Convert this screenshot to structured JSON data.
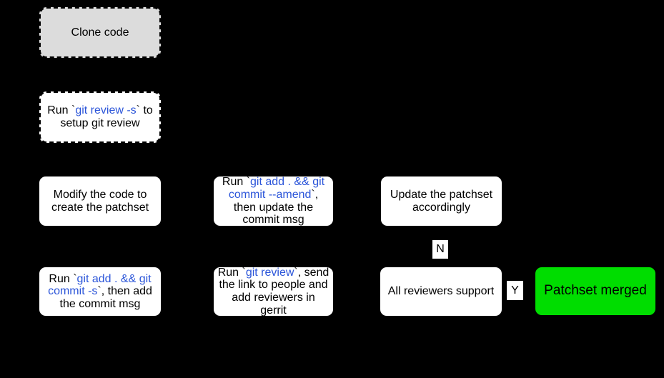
{
  "colors": {
    "background": "#000000",
    "box_fill": "#ffffff",
    "gray_fill": "#dcdcdc",
    "green_fill": "#00dd00",
    "text": "#000000",
    "code_text": "#2b55d9"
  },
  "nodes": {
    "clone_code": {
      "segments": [
        {
          "t": "Clone code"
        }
      ]
    },
    "setup_review": {
      "segments": [
        {
          "t": "Run `"
        },
        {
          "t": "git review -s",
          "code": true
        },
        {
          "t": "` to setup git review"
        }
      ]
    },
    "modify_code": {
      "segments": [
        {
          "t": "Modify the code to create the patchset"
        }
      ]
    },
    "amend_commit": {
      "segments": [
        {
          "t": "Run `"
        },
        {
          "t": "git add . && git commit --amend",
          "code": true
        },
        {
          "t": "`, then update the commit msg"
        }
      ]
    },
    "update_patchset": {
      "segments": [
        {
          "t": "Update the patchset accordingly"
        }
      ]
    },
    "add_commit_msg": {
      "segments": [
        {
          "t": "Run `"
        },
        {
          "t": "git add . && git commit -s",
          "code": true
        },
        {
          "t": "`, then add the commit msg"
        }
      ]
    },
    "run_git_review": {
      "segments": [
        {
          "t": "Run `"
        },
        {
          "t": "git review",
          "code": true
        },
        {
          "t": "`, send the link to people and add reviewers in gerrit"
        }
      ]
    },
    "reviewers_support": {
      "segments": [
        {
          "t": "All reviewers support"
        }
      ]
    },
    "patchset_merged": {
      "segments": [
        {
          "t": "Patchset merged"
        }
      ]
    }
  },
  "edge_labels": {
    "no": "N",
    "yes": "Y"
  }
}
